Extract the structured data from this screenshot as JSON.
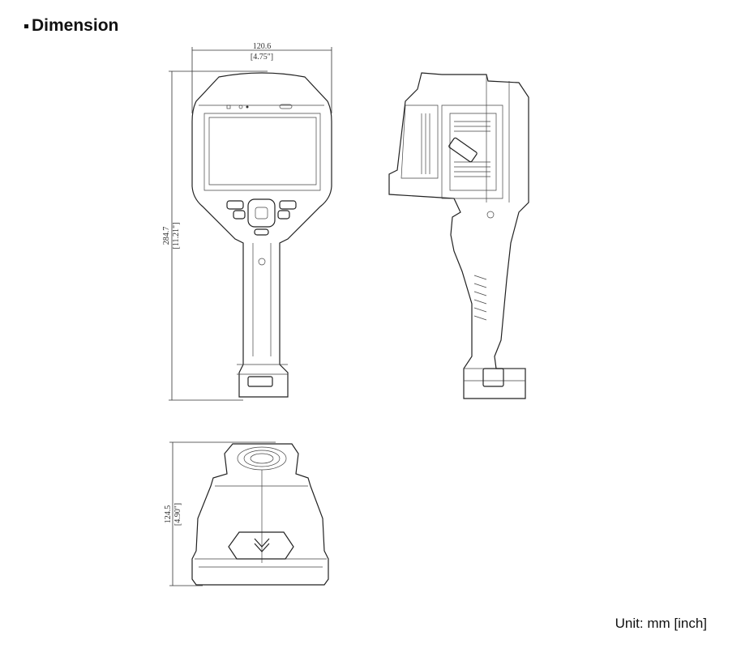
{
  "title": "Dimension",
  "unit_label": "Unit: mm [inch]",
  "dimensions": {
    "width": {
      "mm": "120.6",
      "inch": "[4.75\"]"
    },
    "height": {
      "mm": "284.7",
      "inch": "[11.21\"]"
    },
    "depth": {
      "mm": "124.5",
      "inch": "[4.90\"]"
    }
  }
}
